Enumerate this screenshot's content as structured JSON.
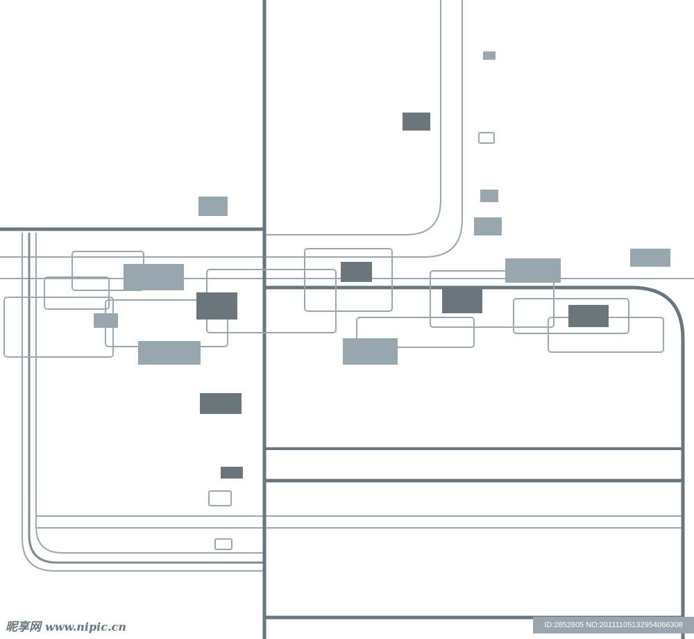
{
  "colors": {
    "background": "#ffffff",
    "dark_line": "#68767e",
    "thin_line": "#9aa7af",
    "dark_block": "#6a757c",
    "light_block": "#98a6ae"
  },
  "watermark": {
    "brand": "昵享网",
    "site": "www.nipic.cn",
    "id_text": "ID:2852605 NO:20111105132954066308"
  }
}
